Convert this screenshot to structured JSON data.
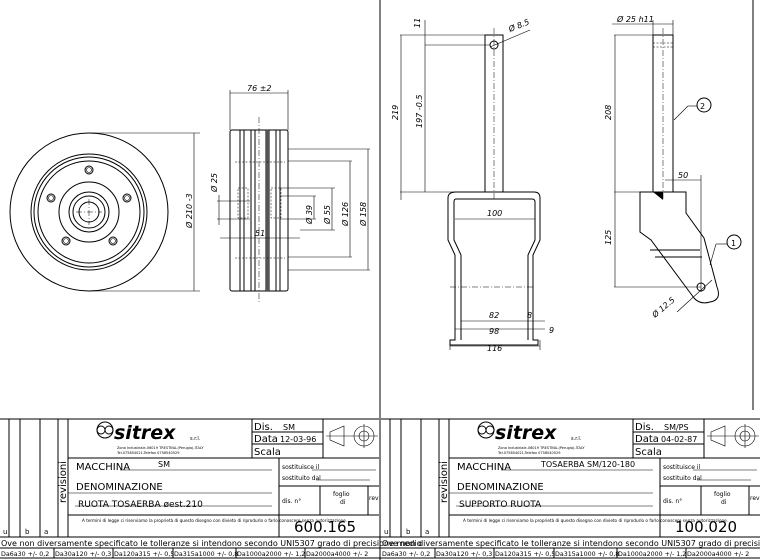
{
  "sheets": [
    {
      "company": {
        "brand": "sitrex",
        "suffix": "s.r.l.",
        "address": "Zona Industriale-06019 TRESTINA-(Perugia)-ITALY",
        "phone": "Tel.075854021-Telefax 0758540529"
      },
      "dis": "Dis.",
      "dis_value": "SM",
      "data": "Data",
      "data_value": "12-03-96",
      "scala": "Scala",
      "revisioni": "revisioni",
      "rev_marks": [
        "u",
        "b",
        "a"
      ],
      "macchina": "MACCHINA",
      "macchina_value": "SM",
      "denominazione": "DENOMINAZIONE",
      "denominazione_value": "RUOTA TOSAERBA øest.210",
      "sostituisce": "sostituisce il",
      "sostituito": "sostituito dal",
      "dis_n": "dis. n°",
      "foglio": "foglio",
      "di": "di",
      "rev": "rev",
      "number": "600.165",
      "legal": "A termini di legge ci riserviamo la proprietà di questo disegno con divieto di riprodurlo o farlo conoscere senza autorizzazione.",
      "dims": {
        "width": "76 ±2",
        "d210": "Ø 210 -3",
        "d25": "Ø 25",
        "d39": "Ø 39",
        "d55": "Ø 55",
        "d126": "Ø 126",
        "d158": "Ø 158",
        "w51": "51"
      }
    },
    {
      "company": {
        "brand": "sitrex",
        "suffix": "s.r.l.",
        "address": "Zona Industriale-06019 TRESTINA-(Perugia)-ITALY",
        "phone": "Tel.075854021-Telefax 0758540529"
      },
      "dis": "Dis.",
      "dis_value": "SM/PS",
      "data": "Data",
      "data_value": "04-02-87",
      "scala": "Scala",
      "revisioni": "revisioni",
      "rev_marks": [
        "u",
        "b",
        "a"
      ],
      "macchina": "MACCHINA",
      "macchina_value": "TOSAERBA SM/120-180",
      "denominazione": "DENOMINAZIONE",
      "denominazione_value": "SUPPORTO RUOTA",
      "sostituisce": "sostituisce il",
      "sostituito": "sostituito dal",
      "dis_n": "dis. n°",
      "foglio": "foglio",
      "di": "di",
      "rev": "rev",
      "number": "100.020",
      "legal": "A termini di legge ci riserviamo la proprietà di questo disegno con divieto di riprodurlo o farlo conoscere senza autorizzazione.",
      "dims": {
        "d11": "11",
        "d85": "Ø 8.5",
        "d219": "219",
        "d197": "197 -0.5",
        "d100": "100",
        "d82": "82",
        "d8": "8",
        "d98": "98",
        "d9": "9",
        "d116": "116",
        "d25h11": "Ø 25 h11",
        "d208": "208",
        "d50": "50",
        "d125": "125",
        "d125b": "Ø 12.5",
        "balloon1": "1",
        "balloon2": "2"
      }
    }
  ],
  "tolerance": {
    "note": "Ove non diversamente specificato le tolleranze si intendono secondo UNI5307 grado di precisione medio",
    "ranges": [
      "Da6a30  +/- 0,2",
      "Da30a120 +/- 0,3",
      "Da120a315 +/- 0,5",
      "Da315a1000 +/- 0,8",
      "Da1000a2000 +/- 1,2",
      "Da2000a4000 +/- 2"
    ]
  }
}
